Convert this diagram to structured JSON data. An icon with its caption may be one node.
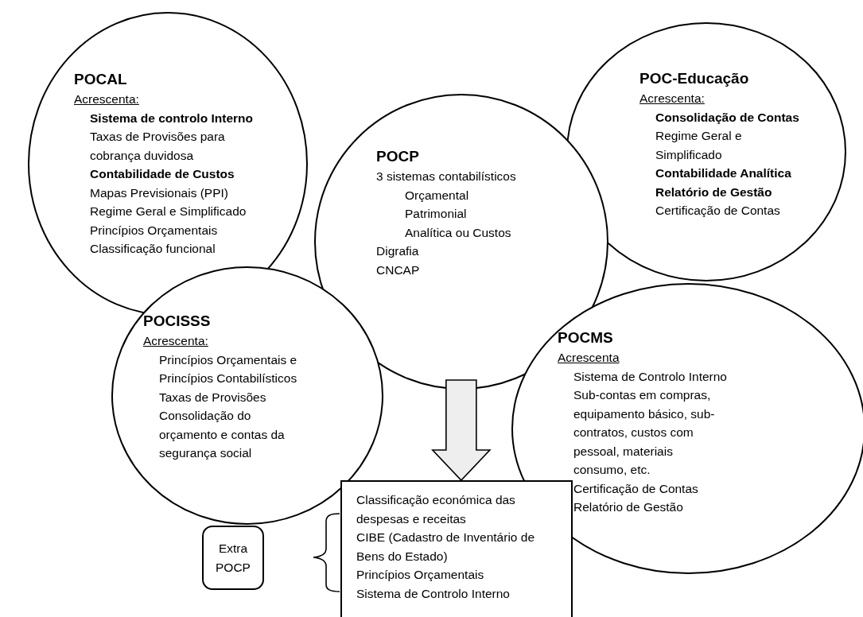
{
  "diagram": {
    "nodes": [
      {
        "text": [
          "POCAL",
          "Acrescenta:",
          "Sistema de controlo Interno",
          "Taxas de Provisões para cobrança duvidosa",
          "Contabilidade de Custos",
          "Mapas Previsionais (PPI)",
          "Regime Geral e Simplificado",
          "Princípios Orçamentais",
          "Classificação funcional"
        ]
      },
      {
        "text": [
          "POC-Educação",
          "Acrescenta:",
          "Consolidação de Contas",
          "Regime Geral e Simplificado",
          "Contabilidade Analítica",
          "Relatório de Gestão",
          "Certificação de Contas"
        ]
      },
      {
        "text": [
          "POCP",
          "3 sistemas contabilísticos",
          "Orçamental",
          "Patrimonial",
          "Analítica ou Custos",
          "Digrafia",
          "CNCAP"
        ]
      },
      {
        "text": [
          "POCISSS",
          "Acrescenta:",
          "Princípios Orçamentais e Princípios Contabilísticos",
          "Taxas de Provisões",
          "Consolidação do orçamento e contas da segurança social"
        ]
      },
      {
        "text": [
          "POCMS",
          "Acrescenta",
          "Sistema de Controlo Interno",
          "Sub-contas em compras, equipamento básico, sub-contratos, custos com pessoal, materiais consumo, etc.",
          "Certificação de Contas",
          "Relatório de Gestão"
        ]
      },
      {
        "text": [
          "Extra POCP"
        ]
      },
      {
        "text": [
          "Classificação económica das despesas e receitas",
          "CIBE (Cadastro de Inventário de Bens do Estado)",
          "Princípios Orçamentais",
          "Sistema de Controlo Interno"
        ]
      }
    ],
    "edges": [
      {
        "from": 2,
        "to": 6,
        "arrow": "to"
      }
    ]
  }
}
